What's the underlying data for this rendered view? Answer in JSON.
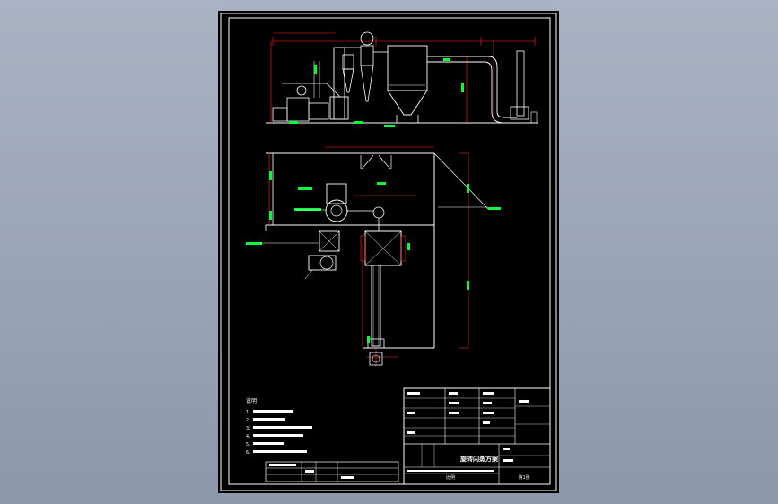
{
  "drawing": {
    "colors": {
      "background": "#000000",
      "frame": "#ffffff",
      "equipment": "#ffffff",
      "dimension": "#ff2a2a",
      "annotation": "#00ff3c",
      "leader": "#ffffff"
    },
    "notes": {
      "heading": "说明",
      "items": [
        "1.",
        "2.",
        "3.",
        "4.",
        "5.",
        "6."
      ]
    },
    "title_block": {
      "drawing_title": "旋转闪蒸方案",
      "scale": "比例",
      "sheet": "第1张"
    }
  }
}
